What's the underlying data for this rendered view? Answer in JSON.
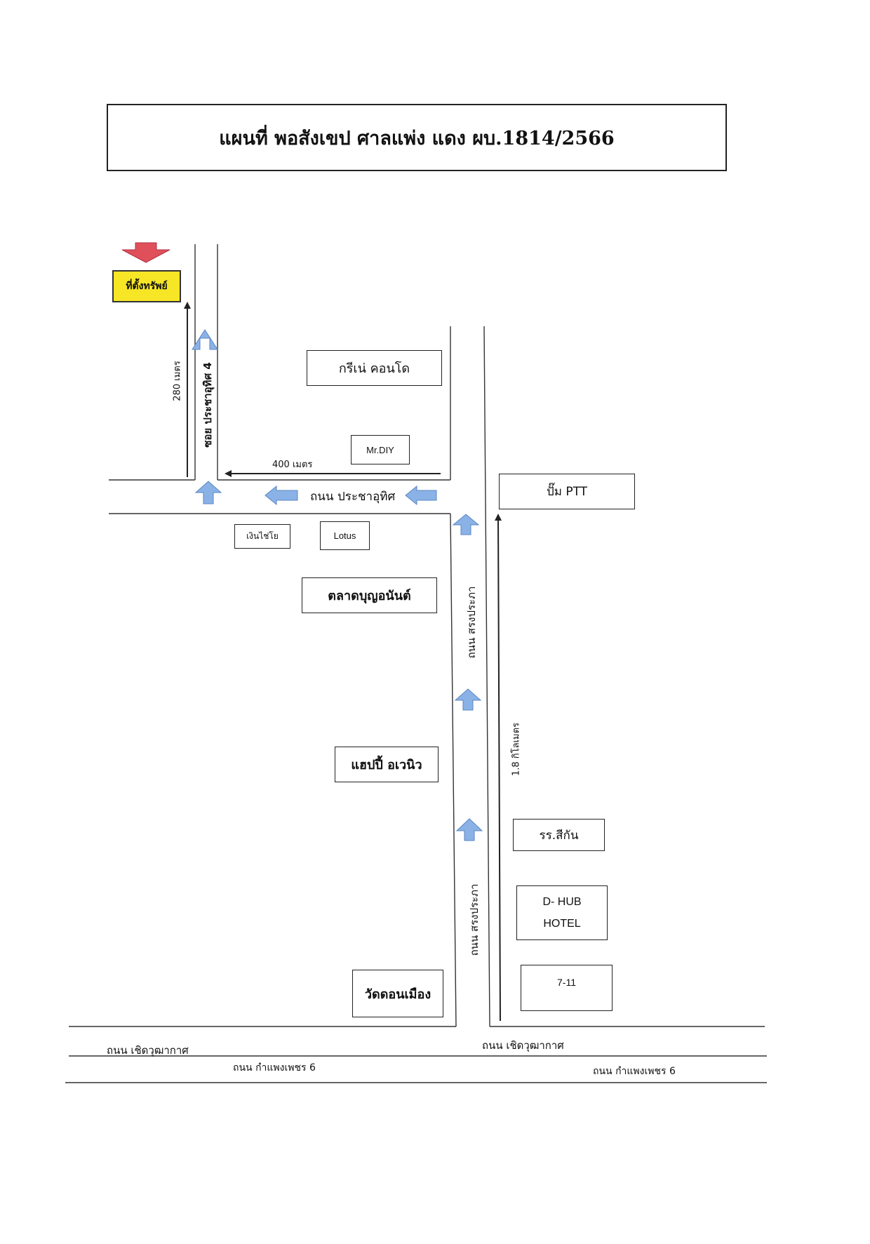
{
  "title": "แผนที่ พอสังเขป ศาลแพ่ง แดง ผบ.1814/2566",
  "property_label": "ที่ตั้งทรัพย์",
  "colors": {
    "property_fill": "#f6e626",
    "marker_arrow": "#e0505a",
    "direction_arrow": "#7aa6e0",
    "line": "#222222"
  },
  "icons": {
    "property_marker": "red-down-arrow-icon",
    "direction": "blue-arrow-icon"
  },
  "roads": {
    "soi": "ซอย ประชาอุทิศ 4",
    "pracha_uthit": "ถนน ประชาอุทิศ",
    "songprapa_1": "ถนน สรงประภา",
    "songprapa_2": "ถนน สรงประภา",
    "choet_1": "ถนน เชิดวุฒากาศ",
    "choet_2": "ถนน เชิดวุฒากาศ",
    "kamphaeng_1": "ถนน กำแพงเพชร 6",
    "kamphaeng_2": "ถนน กำแพงเพชร 6"
  },
  "distances": {
    "d280": "280 เมตร",
    "d400": "400 เมตร",
    "d18": "1.8 กิโลเมตร"
  },
  "landmarks": {
    "greene": "กรีเน่ คอนโด",
    "mrdiy": "Mr.DIY",
    "ptt": "ปั๊ม PTT",
    "ngin": "เงินไช่โย",
    "lotus": "Lotus",
    "talad": "ตลาดบุญอนันต์",
    "happy": "แฮปปี้ อเวนิว",
    "school": "รร.สีกัน",
    "dhub_1": "D- HUB",
    "dhub_2": "HOTEL",
    "seven": "7-11",
    "wat": "วัดดอนเมือง"
  }
}
